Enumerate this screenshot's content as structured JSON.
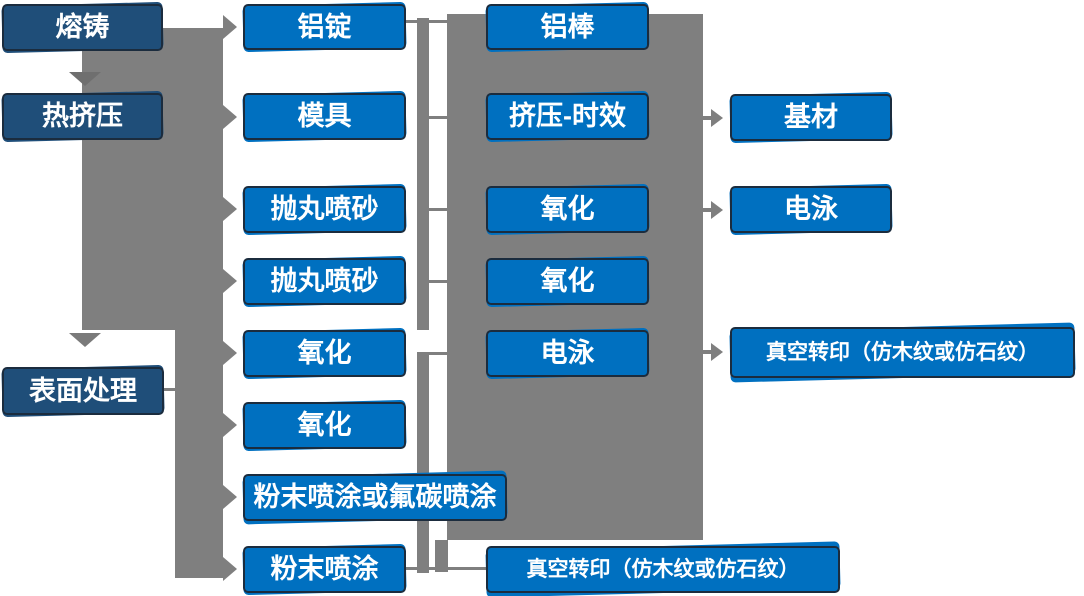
{
  "diagram": {
    "type": "process-flowchart",
    "language": "zh-CN",
    "columns": [
      {
        "name": "process-stages",
        "items": [
          "熔铸",
          "热挤压",
          "表面处理"
        ]
      },
      {
        "name": "preparation-steps",
        "items": [
          "铝锭",
          "模具",
          "抛丸喷砂",
          "抛丸喷砂",
          "氧化",
          "氧化",
          "粉末喷涂或氟碳喷涂",
          "粉末喷涂"
        ]
      },
      {
        "name": "intermediate-steps",
        "items": [
          "铝棒",
          "挤压-时效",
          "氧化",
          "氧化",
          "电泳",
          "真空转印（仿木纹或仿石纹）"
        ]
      },
      {
        "name": "final-finishes",
        "items": [
          "基材",
          "电泳",
          "真空转印（仿木纹或仿石纹）"
        ]
      }
    ],
    "colors": {
      "stage_node_fill": "#1F4E79",
      "step_node_fill": "#0070C0",
      "node_border": "#1B2C3E",
      "connector_gray": "#7F7F7F",
      "text": "#FFFFFF",
      "background": "#FFFFFF"
    }
  }
}
